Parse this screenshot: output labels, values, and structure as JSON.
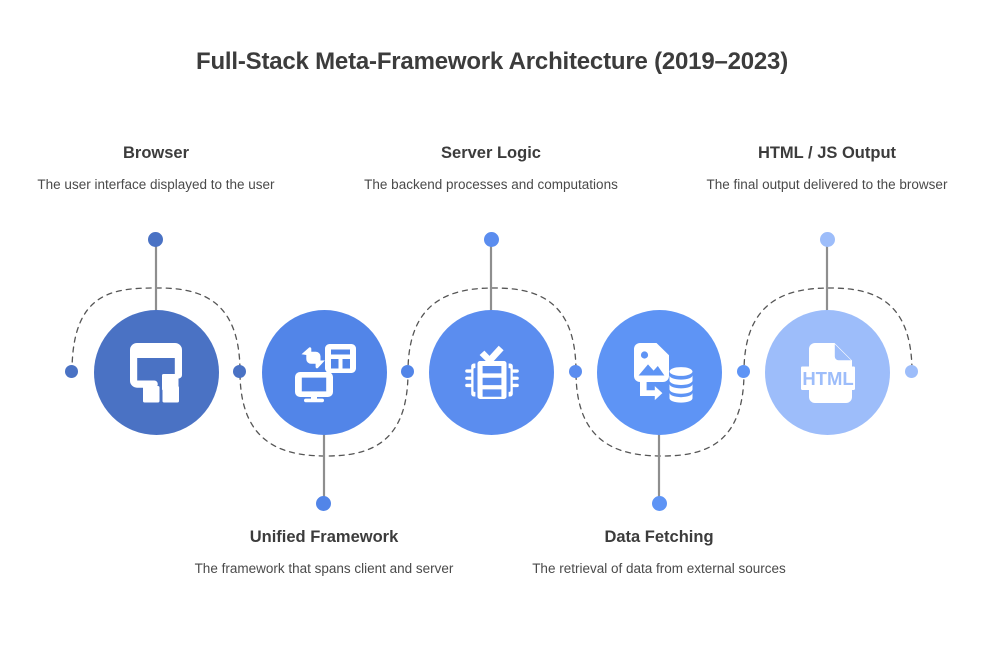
{
  "title": "Full-Stack Meta-Framework Architecture (2019–2023)",
  "colors": {
    "background": "#ffffff",
    "title_text": "#3c3c3c",
    "body_text": "#4a4a4a",
    "stem_line": "#8e8e8e",
    "dashed_path": "#555555"
  },
  "nodes": [
    {
      "id": "browser",
      "title": "Browser",
      "description": "The user interface displayed to the user",
      "icon": "browser-window-components-icon",
      "color": "#4a72c4",
      "label_position": "above"
    },
    {
      "id": "unified-framework",
      "title": "Unified Framework",
      "description": "The framework that spans client and server",
      "icon": "monitor-sync-grid-icon",
      "color": "#5285e8",
      "label_position": "below"
    },
    {
      "id": "server-logic",
      "title": "Server Logic",
      "description": "The backend processes and computations",
      "icon": "server-rack-check-icon",
      "color": "#5b8def",
      "label_position": "above"
    },
    {
      "id": "data-fetching",
      "title": "Data Fetching",
      "description": "The retrieval of data from external sources",
      "icon": "image-file-database-arrow-icon",
      "color": "#5e94f5",
      "label_position": "below"
    },
    {
      "id": "html-js-output",
      "title": "HTML / JS Output",
      "description": "The final output delivered to the browser",
      "icon": "html-file-icon",
      "color": "#9dbdfa",
      "label_position": "above"
    }
  ],
  "joints": [
    {
      "id": "joint-start",
      "color": "#4a72c4"
    },
    {
      "id": "joint-1-2",
      "color": "#4a72c4"
    },
    {
      "id": "joint-2-3",
      "color": "#5285e8"
    },
    {
      "id": "joint-3-4",
      "color": "#5b8def"
    },
    {
      "id": "joint-4-5",
      "color": "#5e94f5"
    },
    {
      "id": "joint-end",
      "color": "#9dbdfa"
    }
  ]
}
